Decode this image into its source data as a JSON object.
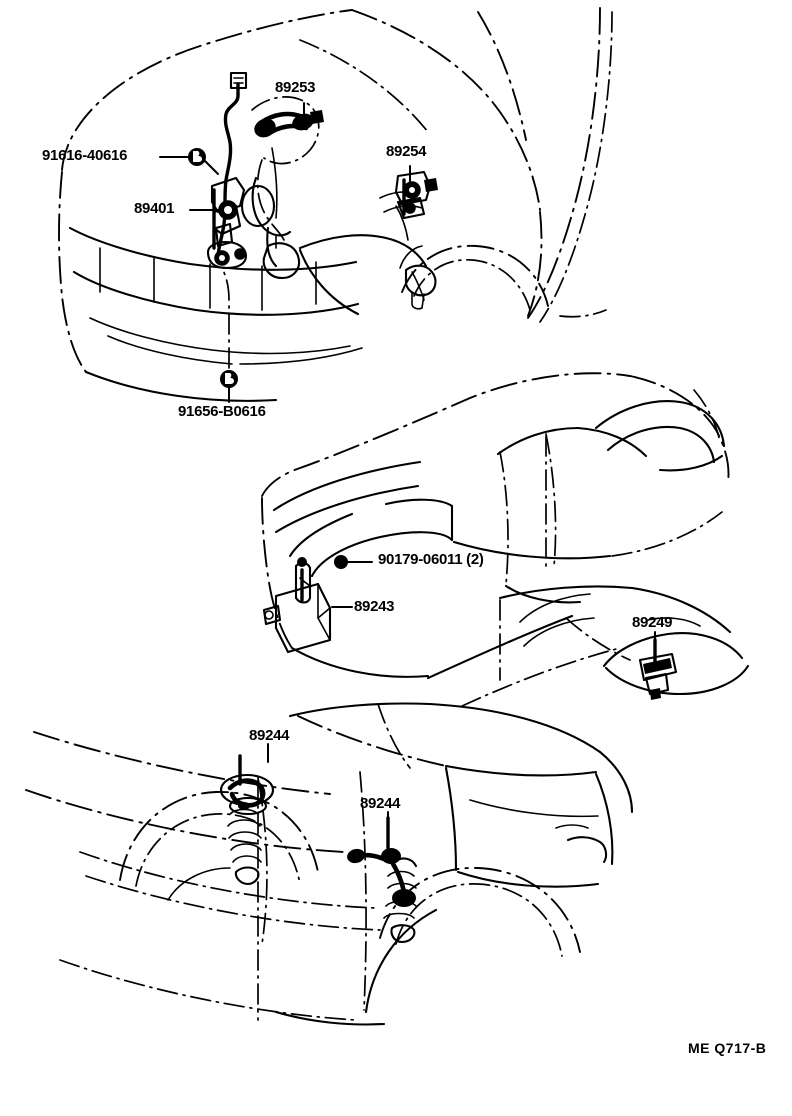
{
  "document": {
    "kind": "automotive-parts-illustration",
    "footer_code": "ME Q717-B",
    "line_color": "#000000",
    "background_color": "#ffffff"
  },
  "panels": [
    {
      "id": "panel-front-hood",
      "name": "front-hood-lock-assembly",
      "callouts": [
        {
          "ref": "91616-40616",
          "name": "bolt-callout-91616-40616"
        },
        {
          "ref": "89253",
          "name": "part-callout-89253"
        },
        {
          "ref": "89254",
          "name": "part-callout-89254"
        },
        {
          "ref": "89401",
          "name": "part-callout-89401"
        },
        {
          "ref": "91656-B0616",
          "name": "bolt-callout-91656-b0616"
        }
      ]
    },
    {
      "id": "panel-dashboard-console",
      "name": "dashboard-and-console-assembly",
      "callouts": [
        {
          "ref": "90179-06011 (2)",
          "name": "nut-callout-90179-06011"
        },
        {
          "ref": "89243",
          "name": "part-callout-89243"
        },
        {
          "ref": "89249",
          "name": "part-callout-89249"
        }
      ]
    },
    {
      "id": "panel-rear-suspension",
      "name": "rear-suspension-sensor-assembly",
      "callouts": [
        {
          "ref": "89244",
          "name": "part-callout-89244-upper"
        },
        {
          "ref": "89244",
          "name": "part-callout-89244-lower"
        }
      ]
    }
  ],
  "labels": {
    "l91616_40616": "91616-40616",
    "l89253": "89253",
    "l89254": "89254",
    "l89401": "89401",
    "l91656_B0616": "91656-B0616",
    "l90179_06011": "90179-06011 (2)",
    "l89243": "89243",
    "l89249": "89249",
    "l89244_upper": "89244",
    "l89244_lower": "89244",
    "footer": "ME Q717-B"
  }
}
